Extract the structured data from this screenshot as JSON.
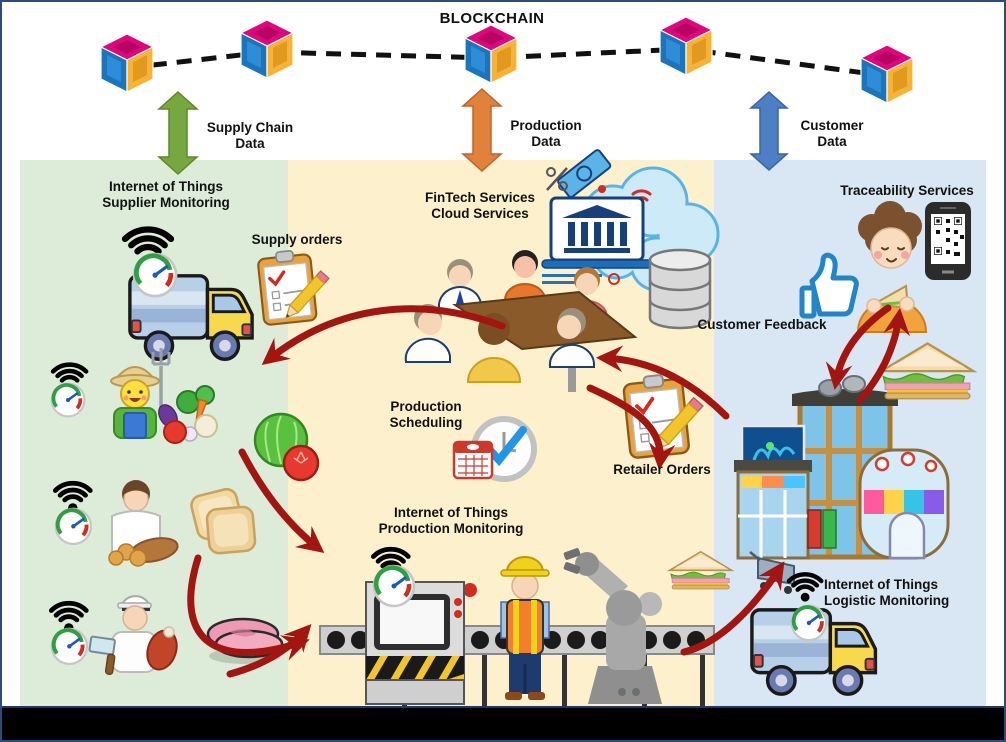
{
  "header": {
    "title": "BLOCKCHAIN",
    "block_count": 5,
    "data_links": [
      {
        "label": "Supply Chain\nData",
        "color": "#76a83f"
      },
      {
        "label": "Production\nData",
        "color": "#e0813c"
      },
      {
        "label": "Customer\nData",
        "color": "#4e7fc5"
      }
    ]
  },
  "panels": {
    "supplier": {
      "bg_color": "#ddecd8",
      "monitoring_title": "Internet of Things\nSupplier Monitoring",
      "supply_orders_label": "Supply orders",
      "icons": [
        "wifi-signal",
        "iot-gauge",
        "delivery-truck",
        "supply-orders-clipboard",
        "farmer",
        "vegetables",
        "lettuce-tomato",
        "baker",
        "bread",
        "butcher",
        "ham"
      ]
    },
    "production": {
      "bg_color": "#fdf1cd",
      "services_title": "FinTech Services\nCloud Services",
      "scheduling_label": "Production\nScheduling",
      "retailer_orders_label": "Retailer Orders",
      "monitoring_title": "Internet of Things\nProduction Monitoring",
      "icons": [
        "cloud-services",
        "business-meeting",
        "schedule-clock-calendar",
        "retailer-orders-clipboard",
        "production-machine",
        "conveyor-belt",
        "factory-worker",
        "robot-arm",
        "sandwich"
      ]
    },
    "customer": {
      "bg_color": "#d9e6f4",
      "traceability_title": "Traceability Services",
      "feedback_label": "Customer Feedback",
      "monitoring_title": "Internet of Things\nLogistic Monitoring",
      "icons": [
        "customer-person",
        "qr-smartphone",
        "thumbs-up",
        "supermarket-building",
        "sandwich",
        "delivery-truck",
        "wifi-signal",
        "iot-gauge"
      ]
    }
  },
  "colors": {
    "frame_border": "#2a4d7f",
    "flow_arrow": "#a31510",
    "cube_top": "#e2067e",
    "cube_left": "#1b75bc",
    "cube_right": "#f9b233",
    "bottom_bar": "#000000"
  }
}
